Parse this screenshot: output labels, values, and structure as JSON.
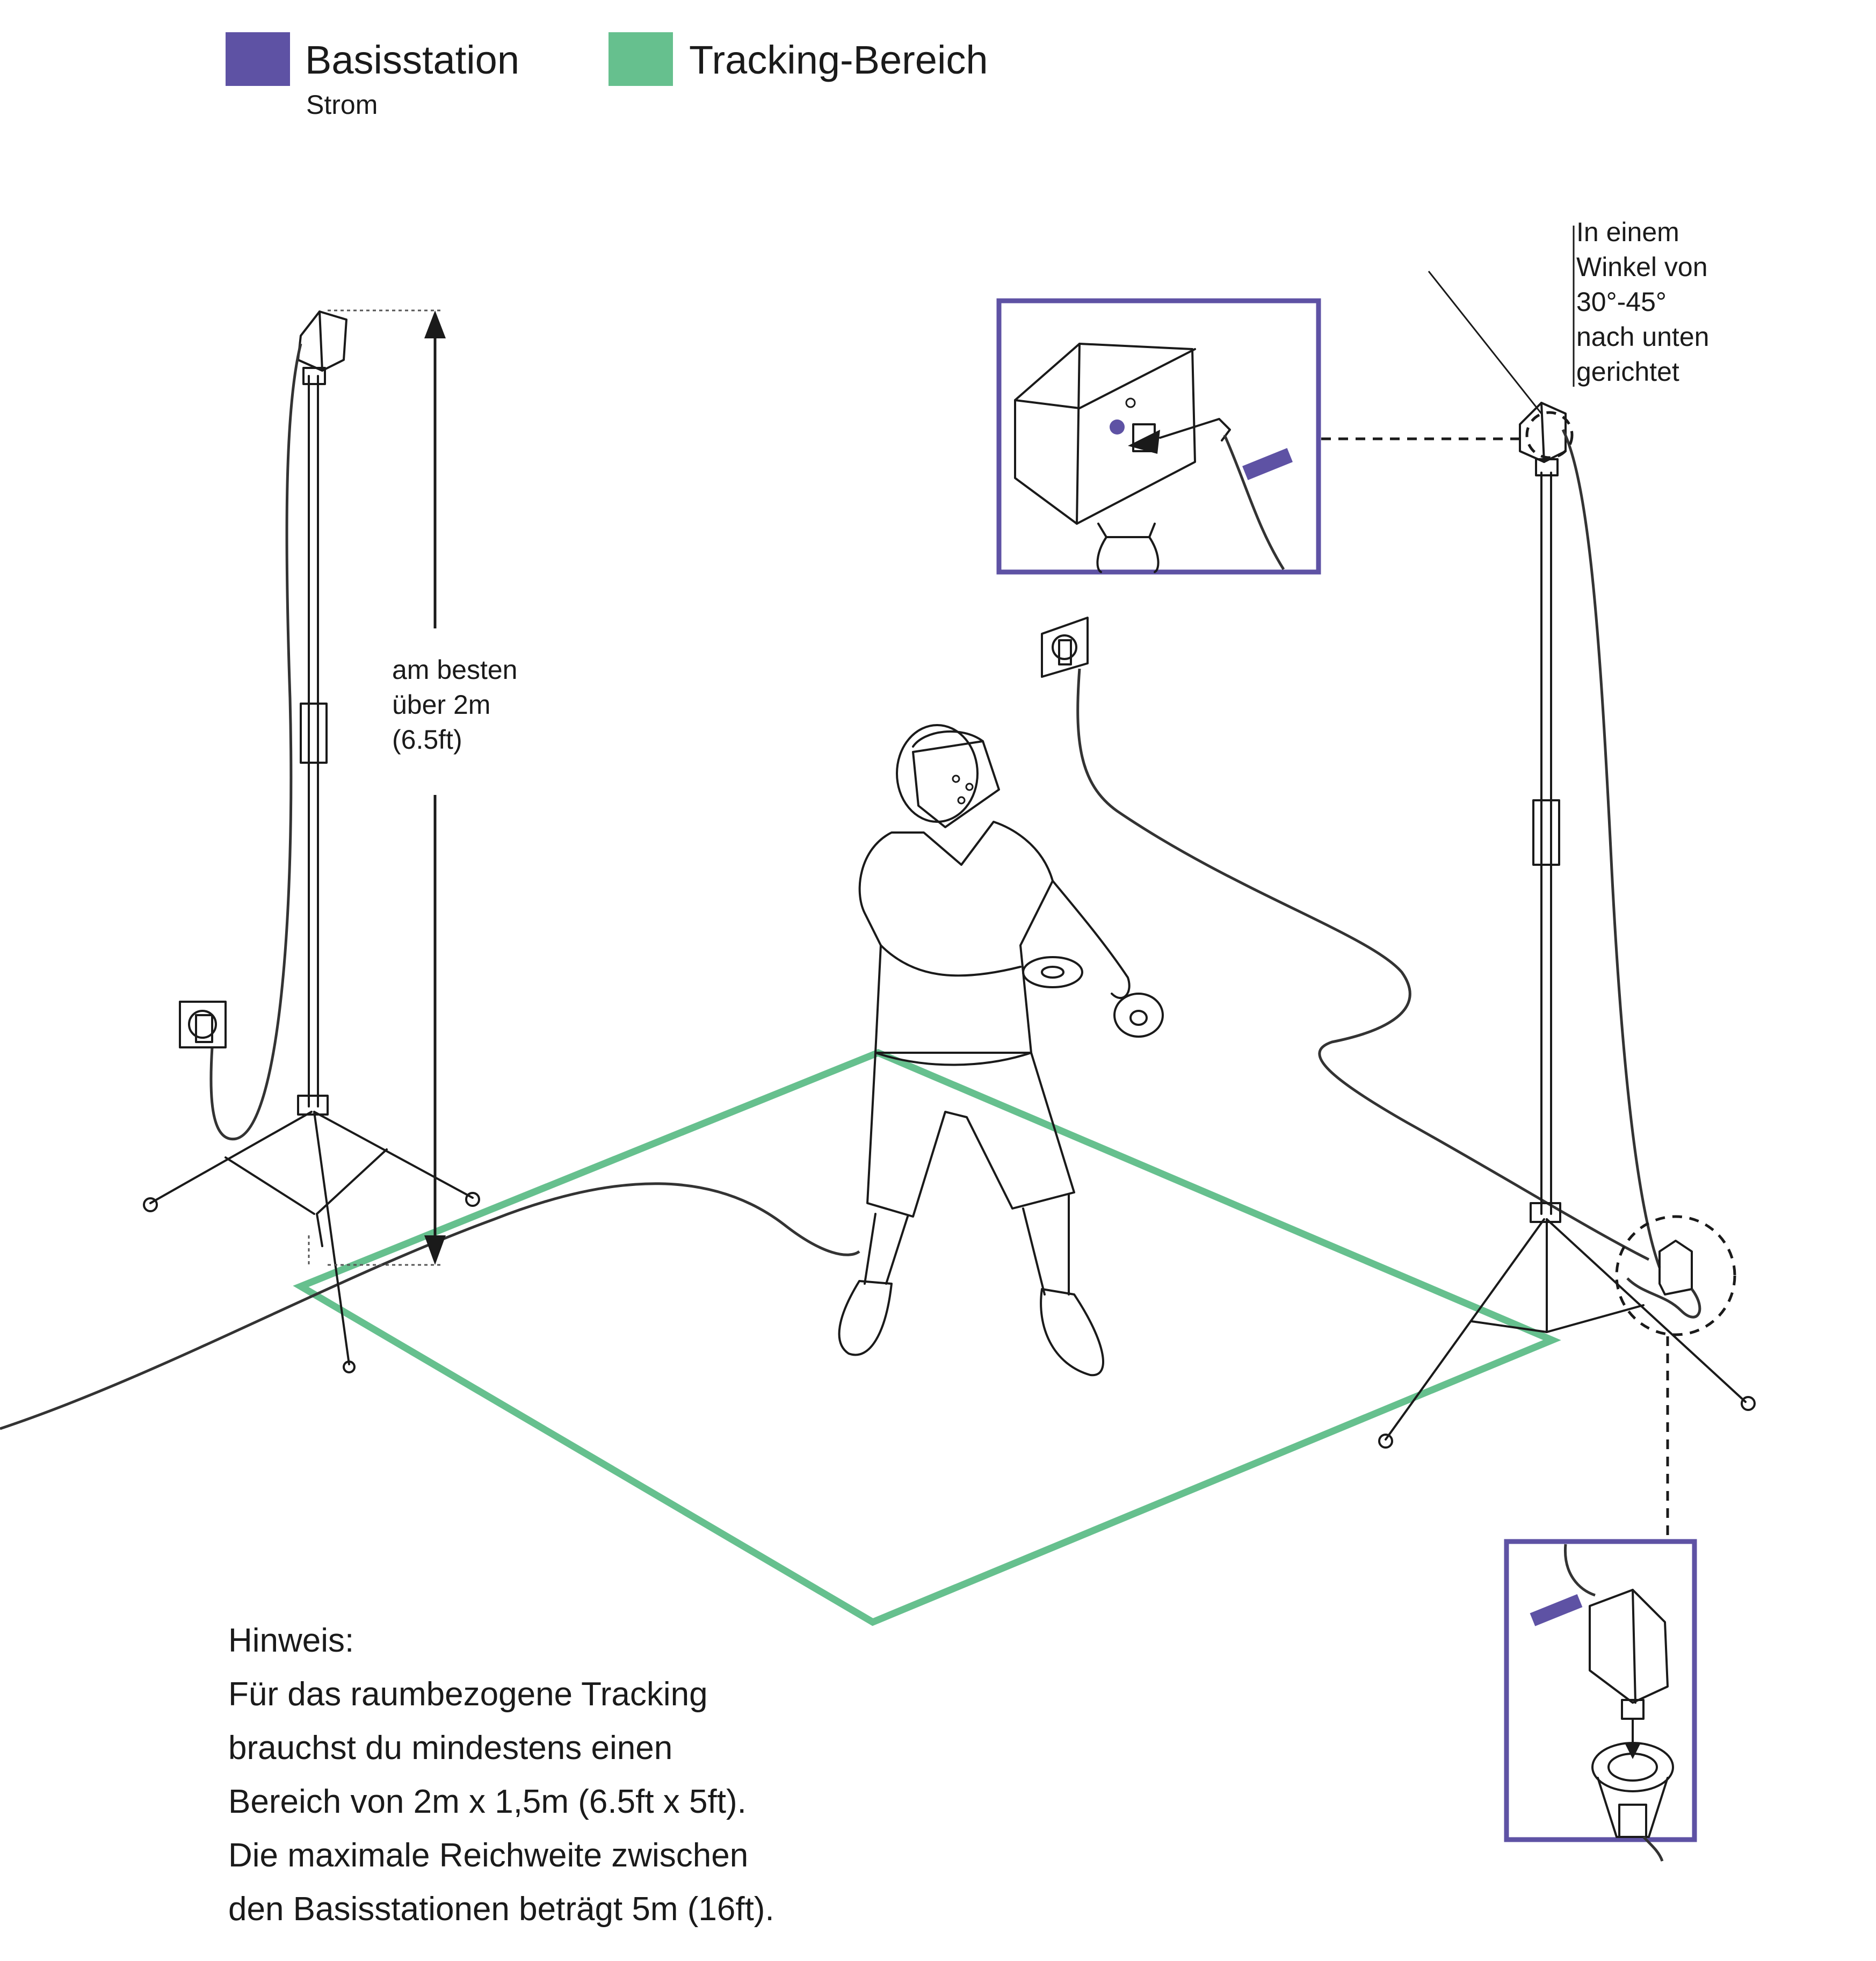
{
  "legend": {
    "items": [
      {
        "label": "Basisstation",
        "sublabel": "Strom",
        "color": "#5e52a4"
      },
      {
        "label": "Tracking-Bereich",
        "color": "#66c08e"
      }
    ]
  },
  "annotations": {
    "height": [
      "am besten",
      "über 2m",
      "(6.5ft)"
    ],
    "angle": [
      "In einem",
      "Winkel von",
      "30°-45°",
      "nach unten",
      "gerichtet"
    ]
  },
  "hint": {
    "lines": [
      "Hinweis:",
      "Für das raumbezogene Tracking",
      "brauchst du mindestens einen",
      "Bereich von 2m x 1,5m (6.5ft x 5ft).",
      "Die maximale Reichweite zwischen",
      "den Basisstationen beträgt 5m (16ft)."
    ]
  },
  "icons": [
    "base-station-icon",
    "tripod-icon",
    "wall-socket-icon",
    "vr-user-icon",
    "power-adapter-icon",
    "height-arrow-icon"
  ]
}
